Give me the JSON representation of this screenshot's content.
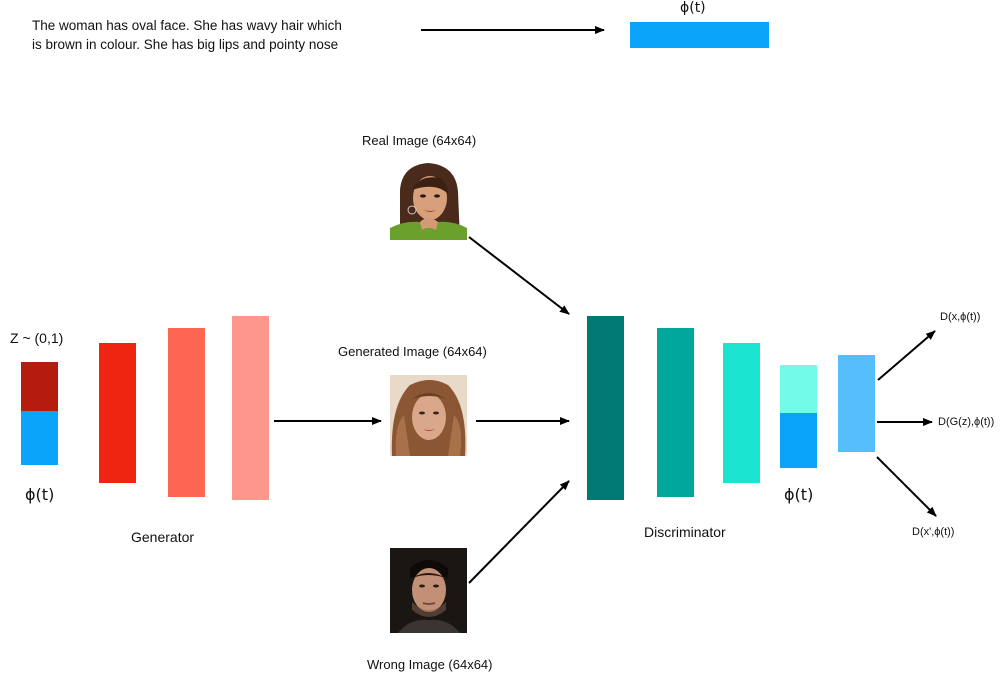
{
  "description": {
    "line1": "The woman has oval face. She has wavy hair which",
    "line2": "is brown in colour. She has big lips and pointy nose"
  },
  "embedding": {
    "label": "ϕ(t)",
    "color": "#0AA5FB"
  },
  "generator": {
    "noise_label": "Z ~ (0,1)",
    "text_label": "ϕ(t)",
    "name": "Generator",
    "colors": {
      "noise": "#B41D0E",
      "text": "#0AA5FB",
      "layers": [
        "#EF2512",
        "#FF6553",
        "#FF968C"
      ]
    }
  },
  "images": {
    "real": "Real Image (64x64)",
    "generated": "Generated Image (64x64)",
    "wrong": "Wrong Image (64x64)"
  },
  "discriminator": {
    "name": "Discriminator",
    "text_label": "ϕ(t)",
    "colors": {
      "layers": [
        "#007A73",
        "#00A79C",
        "#1BE5D0"
      ],
      "concat_top": "#73FBEA",
      "concat_bottom": "#0AA5FB",
      "output": "#55BFFD"
    }
  },
  "outputs": {
    "top": "D(x,ϕ(t))",
    "middle": "D(G(z),ϕ(t))",
    "bottom": "D(x',ϕ(t))"
  }
}
